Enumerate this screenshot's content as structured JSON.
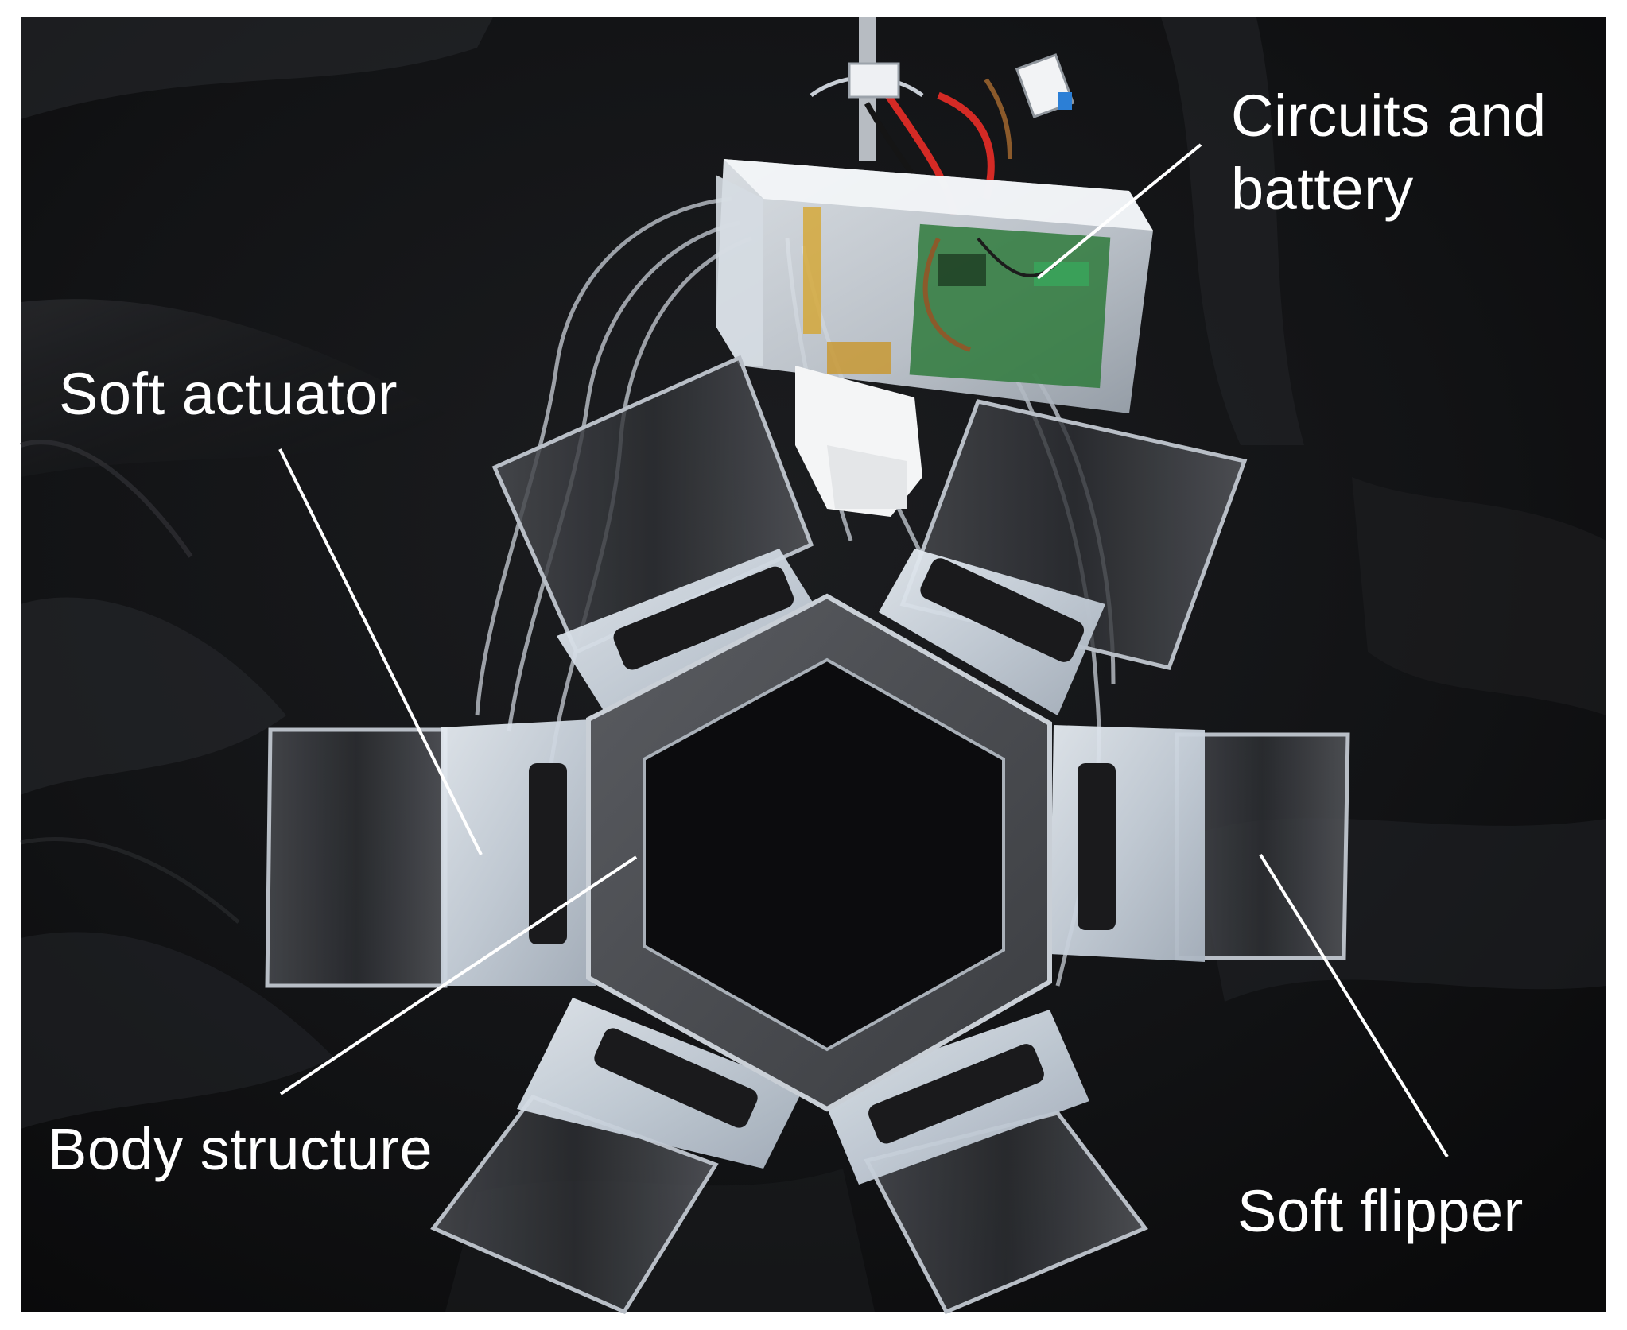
{
  "figure": {
    "background_color": "#111214",
    "frame_color": "#ffffff",
    "label_color": "#ffffff",
    "labels": {
      "circuits_line1": "Circuits and",
      "circuits_line2": "battery",
      "soft_actuator": "Soft actuator",
      "body_structure": "Body structure",
      "soft_flipper": "Soft flipper"
    }
  }
}
